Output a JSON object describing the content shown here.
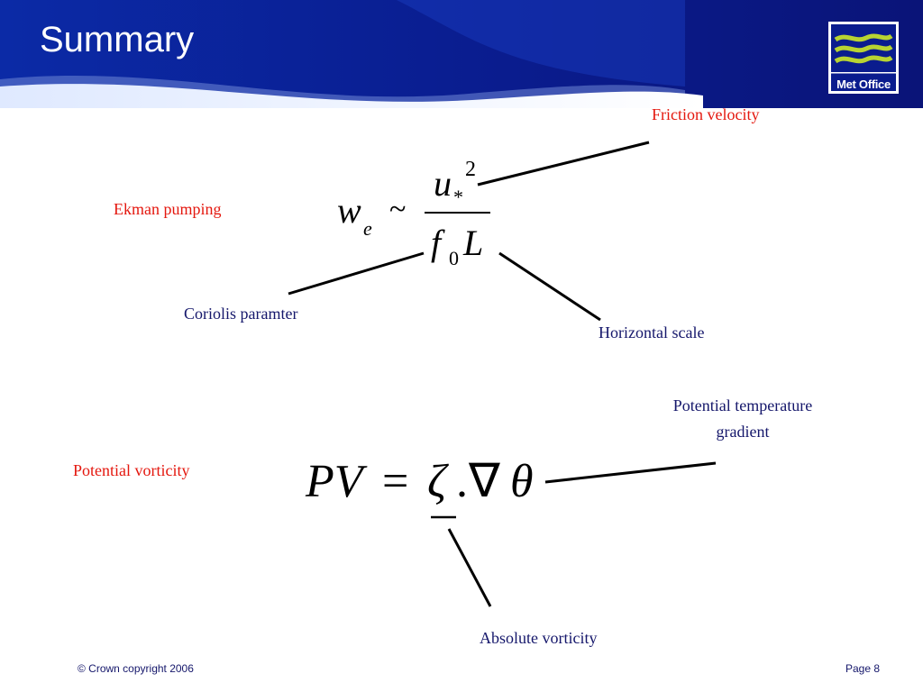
{
  "slide": {
    "title": "Summary",
    "logo_text": "Met Office"
  },
  "labels": {
    "friction_velocity": "Friction velocity",
    "ekman_pumping": "Ekman pumping",
    "coriolis": "Coriolis paramter",
    "horizontal_scale": "Horizontal scale",
    "pot_temp_line1": "Potential temperature",
    "pot_temp_line2": "gradient",
    "potential_vorticity": "Potential vorticity",
    "absolute_vorticity": "Absolute vorticity"
  },
  "ekman_formula": {
    "lhs": "w",
    "lhs_sub": "e",
    "relation": "~",
    "num": "u",
    "num_sub": "*",
    "num_sup": "2",
    "den_f": "f",
    "den_sub": "0",
    "den_L": "L"
  },
  "pv_formula": {
    "lhs": "PV",
    "equals": "=",
    "zeta": "ζ",
    "dot": ".",
    "nabla": "∇",
    "theta": "θ"
  },
  "footer": {
    "copyright": "© Crown copyright 2006",
    "page": "Page 8"
  },
  "colors": {
    "header_navy": "#0f1f8c",
    "label_red": "#e4170e",
    "label_navy": "#15176b",
    "logo_green": "#b8d432"
  }
}
